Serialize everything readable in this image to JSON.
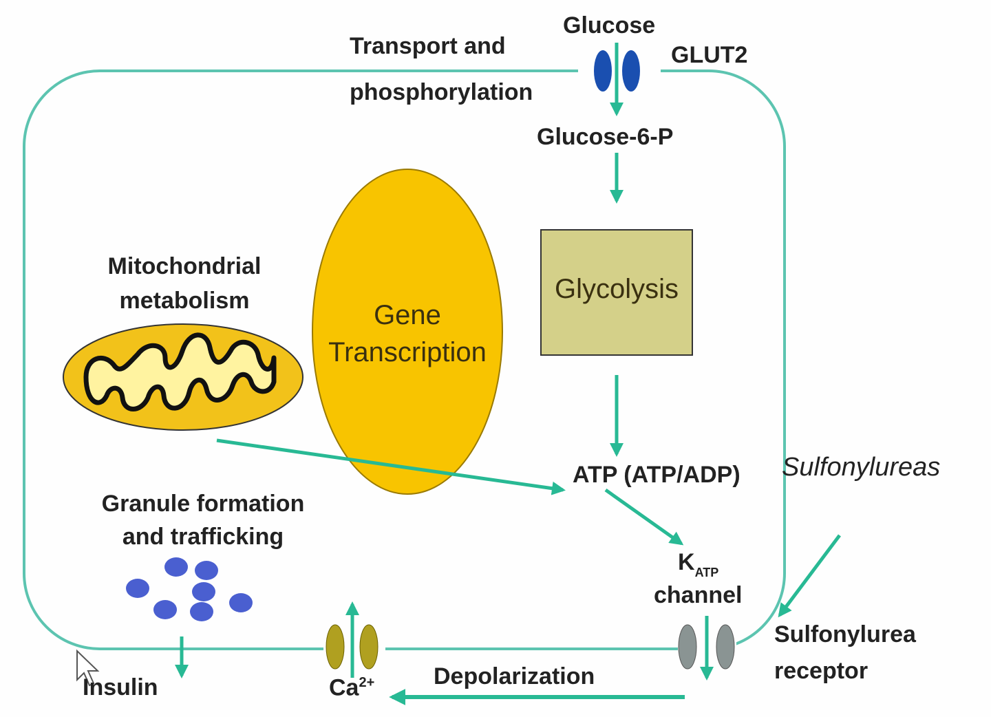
{
  "labels": {
    "glucose": "Glucose",
    "glut2": "GLUT2",
    "transport_line1": "Transport and",
    "transport_line2": "phosphorylation",
    "glucose6p": "Glucose-6-P",
    "glycolysis": "Glycolysis",
    "mito_line1": "Mitochondrial",
    "mito_line2": "metabolism",
    "gene_line1": "Gene",
    "gene_line2": "Transcription",
    "atp": "ATP (ATP/ADP)",
    "sulfonylureas": "Sulfonylureas",
    "granule_line1": "Granule formation",
    "granule_line2": "and trafficking",
    "katp_k": "K",
    "katp_sub": "ATP",
    "katp_channel": "channel",
    "sulf_receptor_line1": "Sulfonylurea",
    "sulf_receptor_line2": "receptor",
    "insulin": "Insulin",
    "ca": "Ca",
    "ca_sup": "2+",
    "depolarization": "Depolarization"
  },
  "colors": {
    "membrane": "#5cc4b0",
    "arrow": "#28b994",
    "nucleus": "#f8c400",
    "mito_body": "#f2c21a",
    "mito_inner": "#fff3a0",
    "glycolysis_box": "#d4d089",
    "glut2": "#1a4fb0",
    "granule": "#4a5fd0",
    "ca_channel": "#b0a020",
    "katp_channel": "#8a9493"
  }
}
